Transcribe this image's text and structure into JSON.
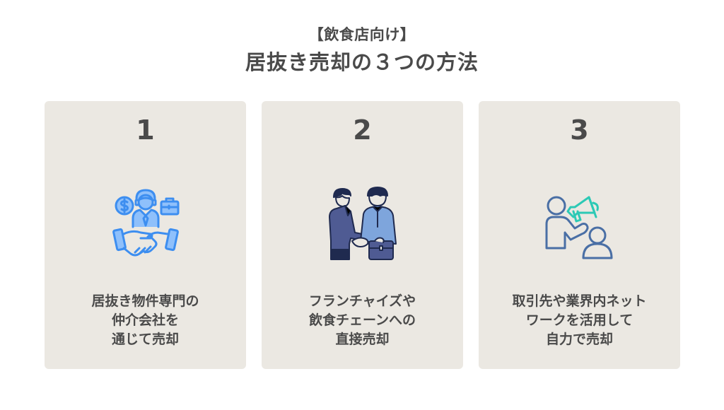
{
  "header": {
    "subtitle": "【飲食店向け】",
    "title": "居抜き売却の３つの方法"
  },
  "cards": [
    {
      "number": "1",
      "icon": "broker-handshake-icon",
      "lines": [
        "居抜き物件専門の",
        "仲介会社を",
        "通じて売却"
      ]
    },
    {
      "number": "2",
      "icon": "businessmen-handshake-icon",
      "lines": [
        "フランチャイズや",
        "飲食チェーンへの",
        "直接売却"
      ]
    },
    {
      "number": "3",
      "icon": "megaphone-network-icon",
      "lines": [
        "取引先や業界内ネット",
        "ワークを活用して",
        "自力で売却"
      ]
    }
  ],
  "colors": {
    "text": "#4a4a4a",
    "card_bg": "#ebe8e2",
    "icon1_blue": "#3d8ef0",
    "icon1_fill": "#8fc0fb",
    "icon2_suit": "#4f5b93",
    "icon2_shirt": "#7ea5dc",
    "icon2_outline": "#1f2a4f",
    "icon3_person": "#4a6fa5",
    "icon3_megaphone": "#2cc9b5"
  }
}
